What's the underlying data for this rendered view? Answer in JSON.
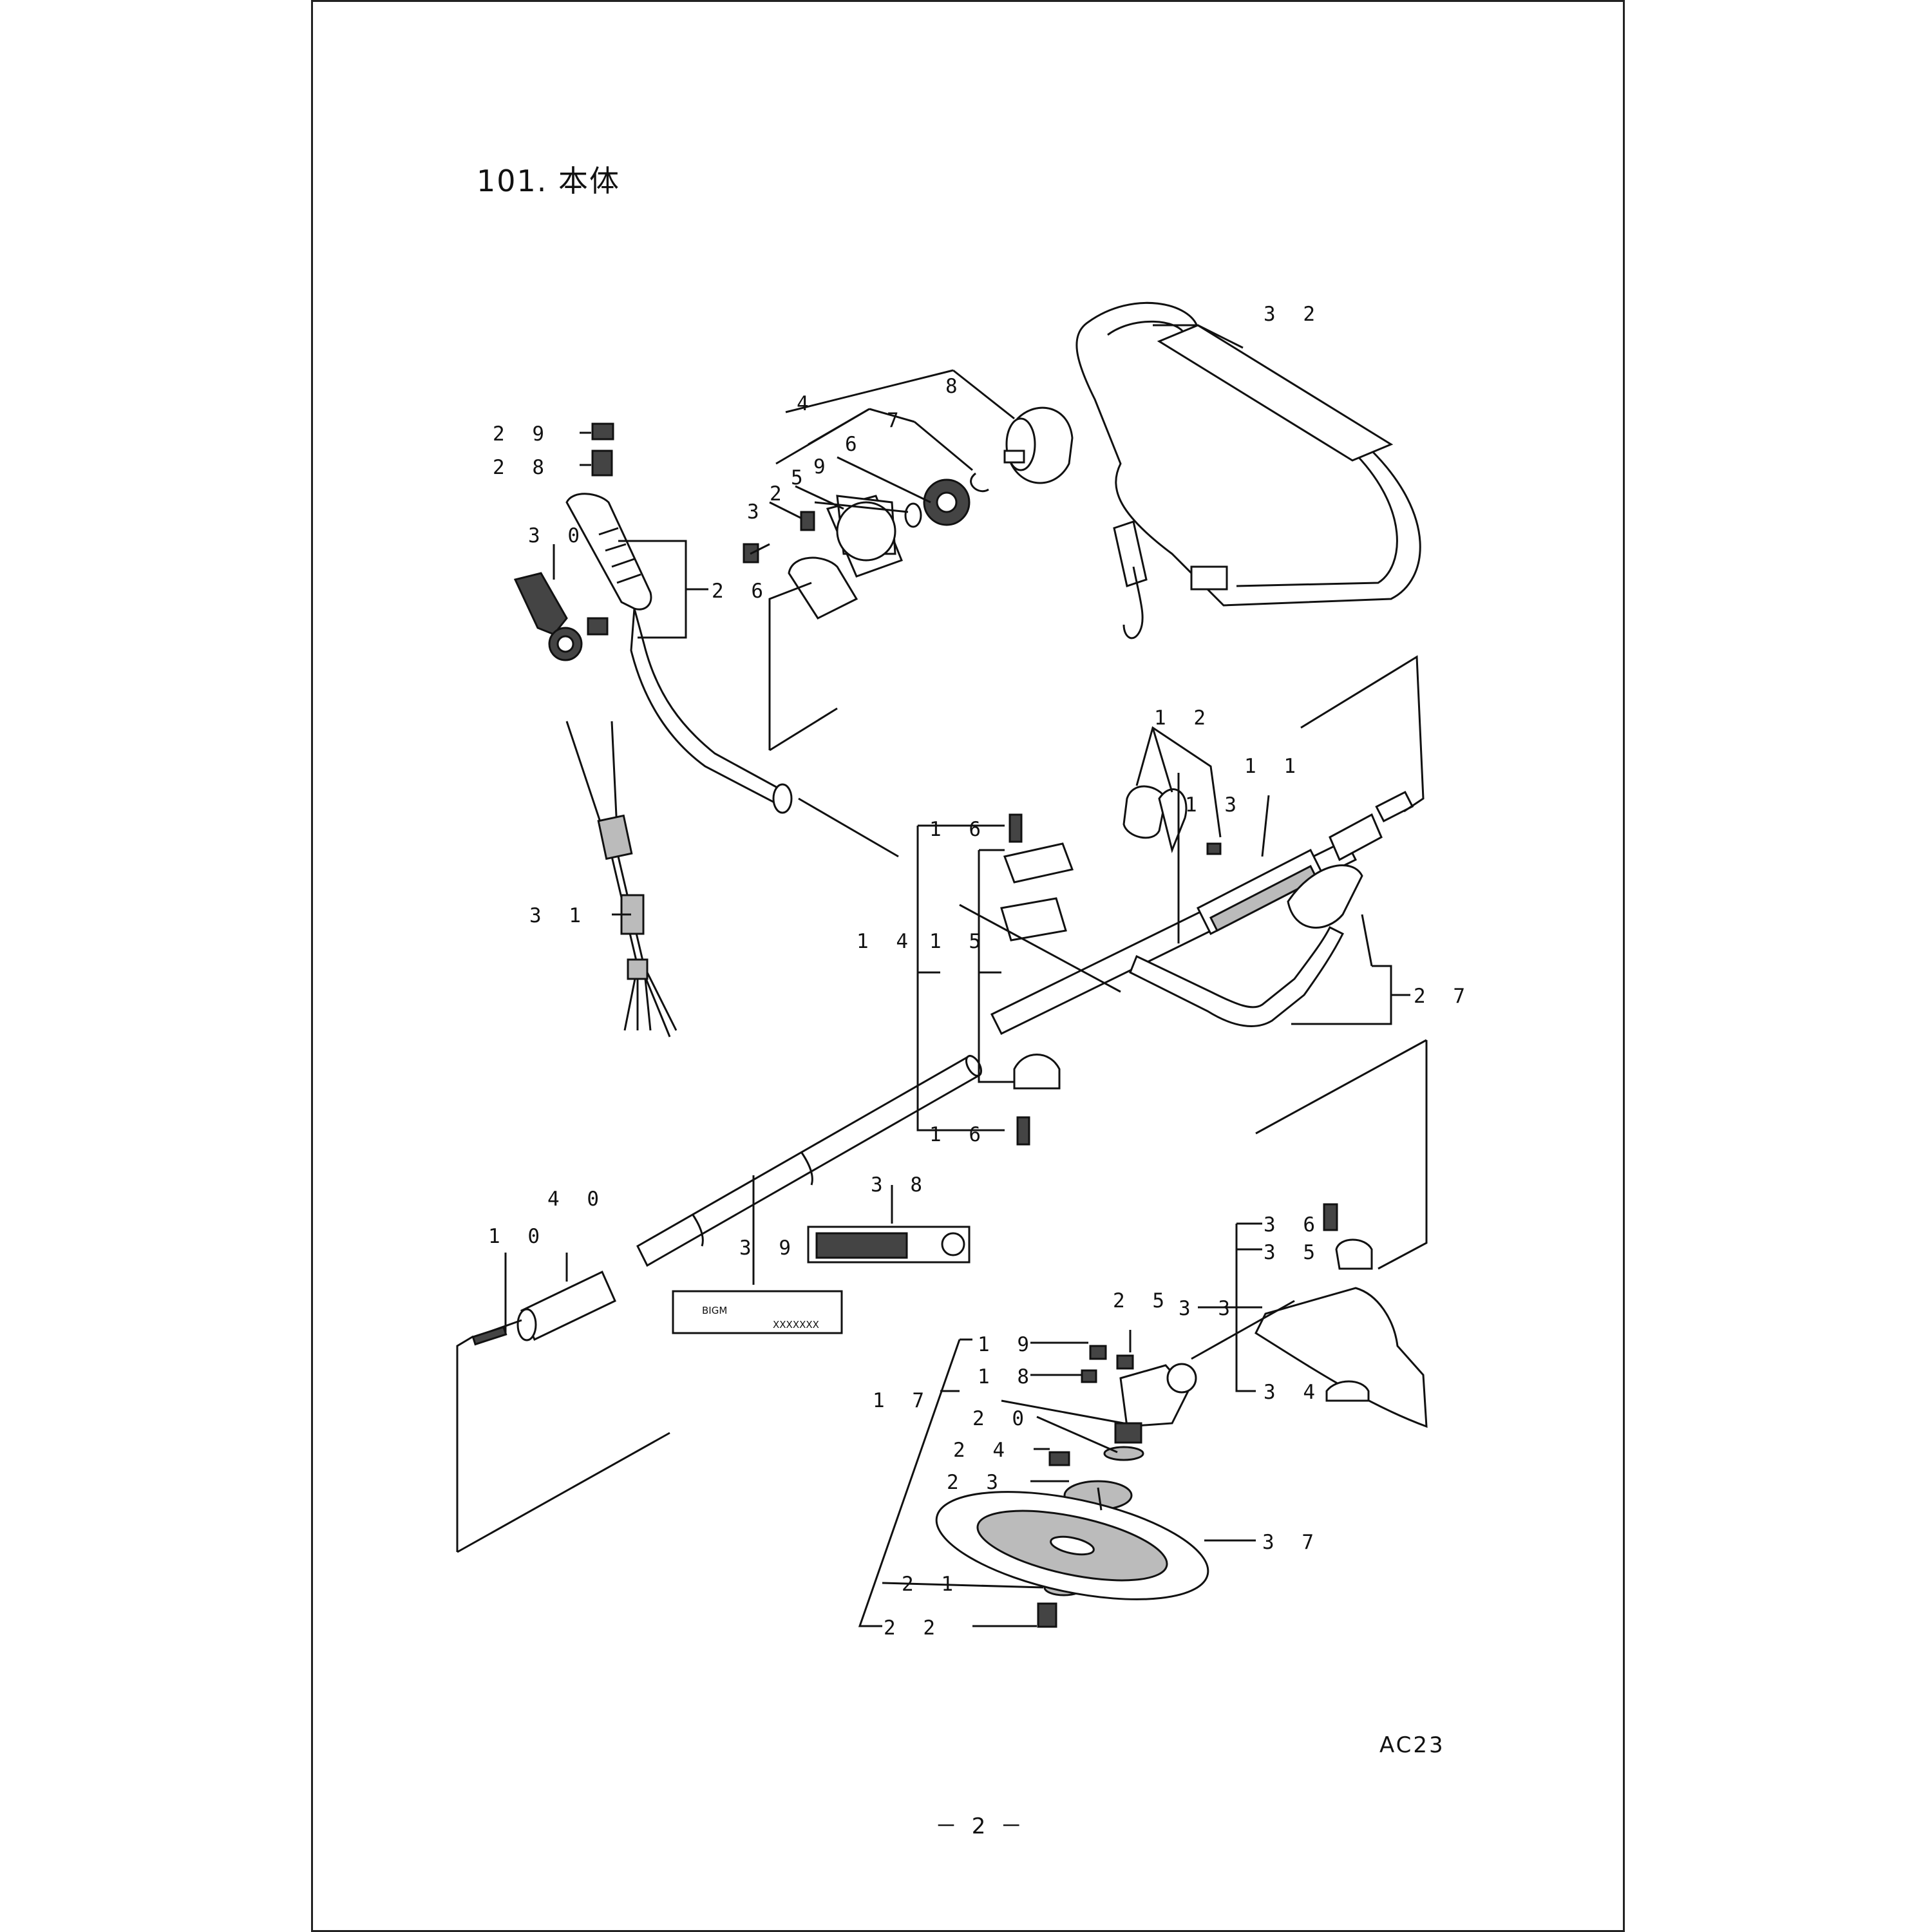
{
  "title": "101. 本体",
  "drawing_code": "AC23",
  "page_number": "－ 2 －",
  "decal_39": {
    "brand": "BIGM",
    "text": "XXXXXXX"
  },
  "callouts": [
    {
      "id": "29",
      "text": "2 9"
    },
    {
      "id": "28",
      "text": "2 8"
    },
    {
      "id": "30",
      "text": "3 0"
    },
    {
      "id": "26",
      "text": "2 6"
    },
    {
      "id": "31",
      "text": "3 1"
    },
    {
      "id": "4",
      "text": "4"
    },
    {
      "id": "8",
      "text": "8"
    },
    {
      "id": "7",
      "text": "7"
    },
    {
      "id": "6",
      "text": "6"
    },
    {
      "id": "5",
      "text": "5"
    },
    {
      "id": "9",
      "text": "9"
    },
    {
      "id": "3",
      "text": "3"
    },
    {
      "id": "2",
      "text": "2"
    },
    {
      "id": "32",
      "text": "3 2"
    },
    {
      "id": "12",
      "text": "1 2"
    },
    {
      "id": "11",
      "text": "1 1"
    },
    {
      "id": "13",
      "text": "1 3"
    },
    {
      "id": "16a",
      "text": "1 6"
    },
    {
      "id": "14",
      "text": "1 4"
    },
    {
      "id": "15",
      "text": "1 5"
    },
    {
      "id": "27",
      "text": "2 7"
    },
    {
      "id": "16b",
      "text": "1 6"
    },
    {
      "id": "38",
      "text": "3 8"
    },
    {
      "id": "40",
      "text": "4 0"
    },
    {
      "id": "10",
      "text": "1 0"
    },
    {
      "id": "39",
      "text": "3 9"
    },
    {
      "id": "36",
      "text": "3 6"
    },
    {
      "id": "35",
      "text": "3 5"
    },
    {
      "id": "25",
      "text": "2 5"
    },
    {
      "id": "33",
      "text": "3 3"
    },
    {
      "id": "19",
      "text": "1 9"
    },
    {
      "id": "18",
      "text": "1 8"
    },
    {
      "id": "17",
      "text": "1 7"
    },
    {
      "id": "34",
      "text": "3 4"
    },
    {
      "id": "20",
      "text": "2 0"
    },
    {
      "id": "24",
      "text": "2 4"
    },
    {
      "id": "23",
      "text": "2 3"
    },
    {
      "id": "37",
      "text": "3 7"
    },
    {
      "id": "21",
      "text": "2 1"
    },
    {
      "id": "22",
      "text": "2 2"
    }
  ]
}
